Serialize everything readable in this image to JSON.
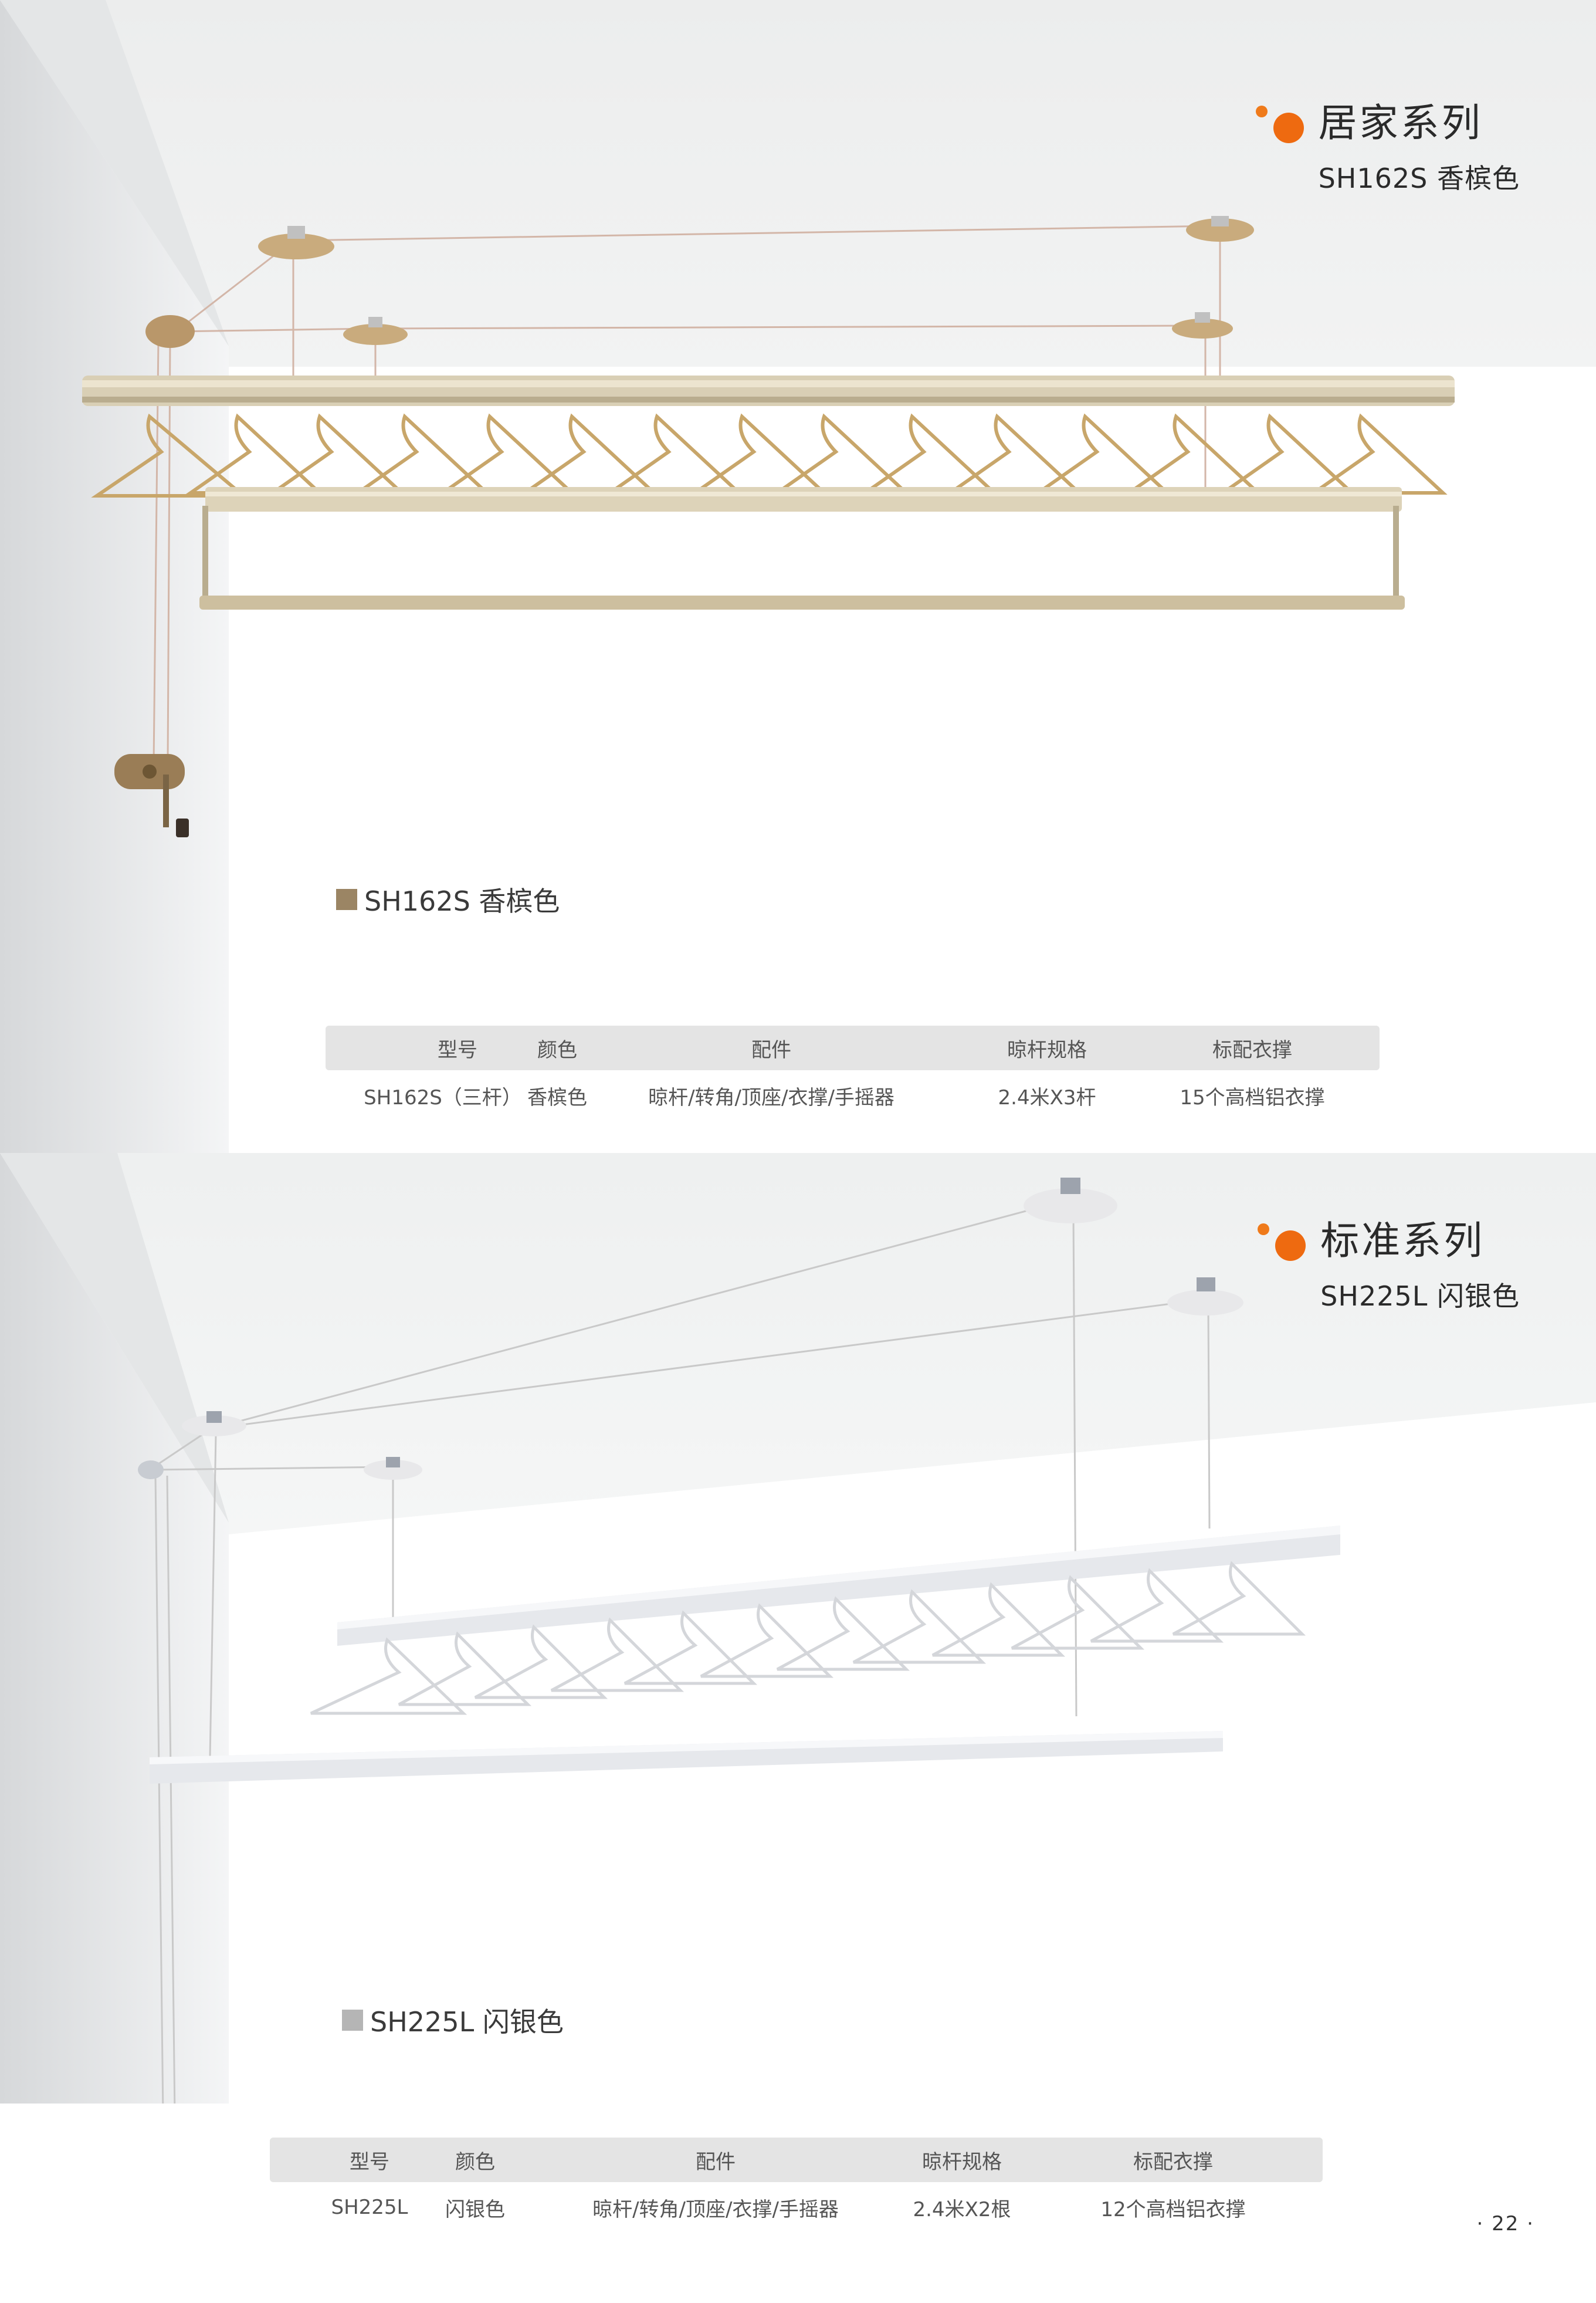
{
  "section1": {
    "series_title": "居家系列",
    "series_subtitle": "SH162S 香槟色",
    "caption": "SH162S 香槟色",
    "swatch_color": "#9b8564",
    "table": {
      "headers": [
        "型号",
        "颜色",
        "配件",
        "晾杆规格",
        "标配衣撑"
      ],
      "row": [
        "SH162S（三杆）",
        "香槟色",
        "晾杆/转角/顶座/衣撑/手摇器",
        "2.4米X3杆",
        "15个高档铝衣撑"
      ]
    }
  },
  "section2": {
    "series_title": "标准系列",
    "series_subtitle": "SH225L 闪银色",
    "caption": "SH225L 闪银色",
    "swatch_color": "#b5b5b5",
    "table": {
      "headers": [
        "型号",
        "颜色",
        "配件",
        "晾杆规格",
        "标配衣撑"
      ],
      "row": [
        "SH225L",
        "闪银色",
        "晾杆/转角/顶座/衣撑/手摇器",
        "2.4米X2根",
        "12个高档铝衣撑"
      ]
    }
  },
  "accent_color": "#ee6a10",
  "page_number": "· 22 ·"
}
